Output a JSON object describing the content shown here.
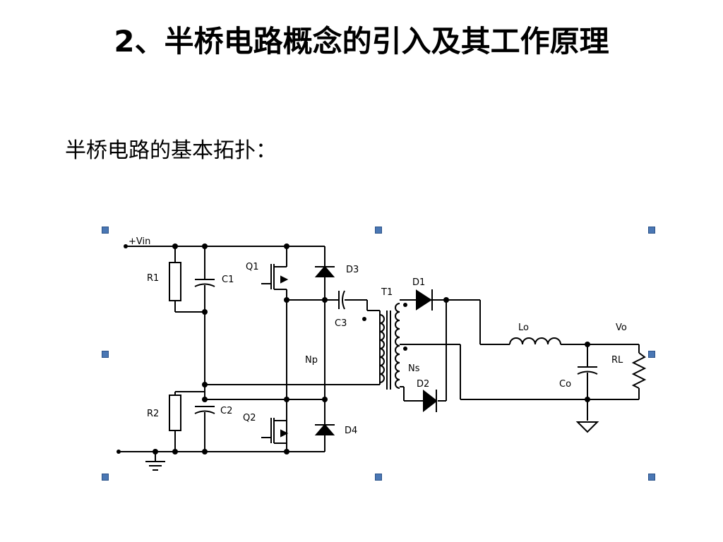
{
  "slide": {
    "title": "2、半桥电路概念的引入及其工作原理",
    "subtitle": "半桥电路的基本拓扑："
  },
  "diagram": {
    "labels": {
      "vin": "+Vin",
      "r1": "R1",
      "r2": "R2",
      "c1": "C1",
      "c2": "C2",
      "c3": "C3",
      "q1": "Q1",
      "q2": "Q2",
      "d1": "D1",
      "d2": "D2",
      "d3": "D3",
      "d4": "D4",
      "t1": "T1",
      "np": "Np",
      "ns": "Ns",
      "lo": "Lo",
      "vo": "Vo",
      "rl": "RL",
      "co": "Co"
    }
  }
}
